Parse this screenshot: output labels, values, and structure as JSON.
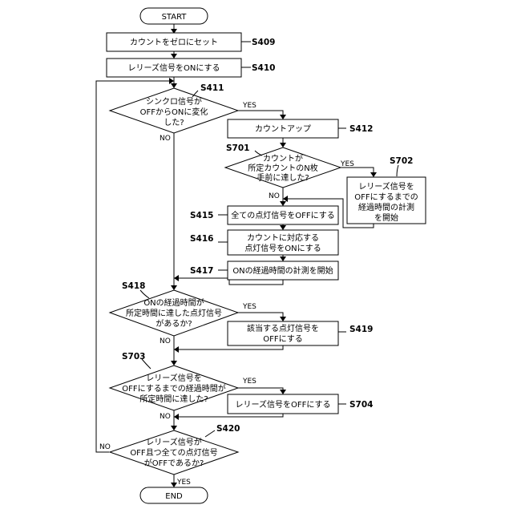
{
  "terminals": {
    "start": "START",
    "end": "END"
  },
  "processes": {
    "s409": [
      "カウントをゼロにセット"
    ],
    "s410": [
      "レリーズ信号をONにする"
    ],
    "s412": [
      "カウントアップ"
    ],
    "s702": [
      "レリーズ信号を",
      "OFFにするまでの",
      "経過時間の計測",
      "を開始"
    ],
    "s415": [
      "全ての点灯信号をOFFにする"
    ],
    "s416": [
      "カウントに対応する",
      "点灯信号をONにする"
    ],
    "s417": [
      "ONの経過時間の計測を開始"
    ],
    "s419": [
      "該当する点灯信号を",
      "OFFにする"
    ],
    "s704": [
      "レリーズ信号をOFFにする"
    ]
  },
  "decisions": {
    "s411": [
      "シンクロ信号が",
      "OFFからONに変化",
      "した?"
    ],
    "s701": [
      "カウントが",
      "所定カウントのN枚",
      "手前に達した?"
    ],
    "s418": [
      "ONの経過時間が",
      "所定時間に達した点灯信号",
      "があるか?"
    ],
    "s703": [
      "レリーズ信号を",
      "OFFにするまでの経過時間が",
      "所定時間に達した?"
    ],
    "s420": [
      "レリーズ信号が",
      "OFF且つ全ての点灯信号",
      "がOFFであるか?"
    ]
  },
  "steps": {
    "s409": "S409",
    "s410": "S410",
    "s411": "S411",
    "s412": "S412",
    "s701": "S701",
    "s702": "S702",
    "s415": "S415",
    "s416": "S416",
    "s417": "S417",
    "s418": "S418",
    "s419": "S419",
    "s703": "S703",
    "s704": "S704",
    "s420": "S420"
  },
  "branch_labels": {
    "s411_yes": "YES",
    "s411_no": "NO",
    "s701_yes": "YES",
    "s701_no": "NO",
    "s418_yes": "YES",
    "s418_no": "NO",
    "s703_yes": "YES",
    "s703_no": "NO",
    "s420_yes": "YES",
    "s420_no": "NO"
  }
}
